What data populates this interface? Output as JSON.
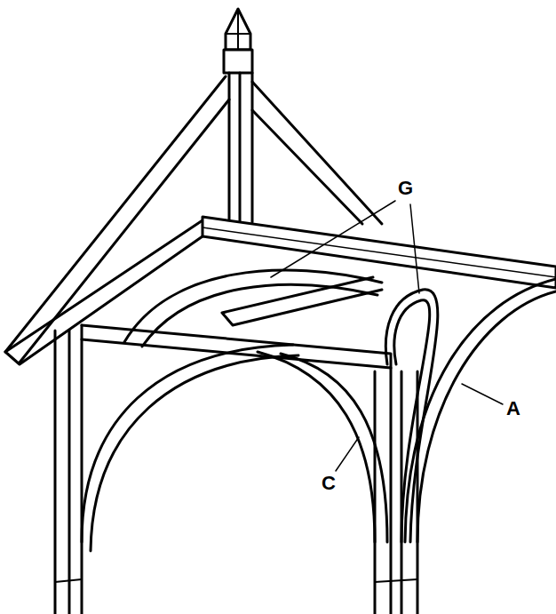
{
  "diagram": {
    "labels": [
      "G",
      "A",
      "C"
    ]
  }
}
